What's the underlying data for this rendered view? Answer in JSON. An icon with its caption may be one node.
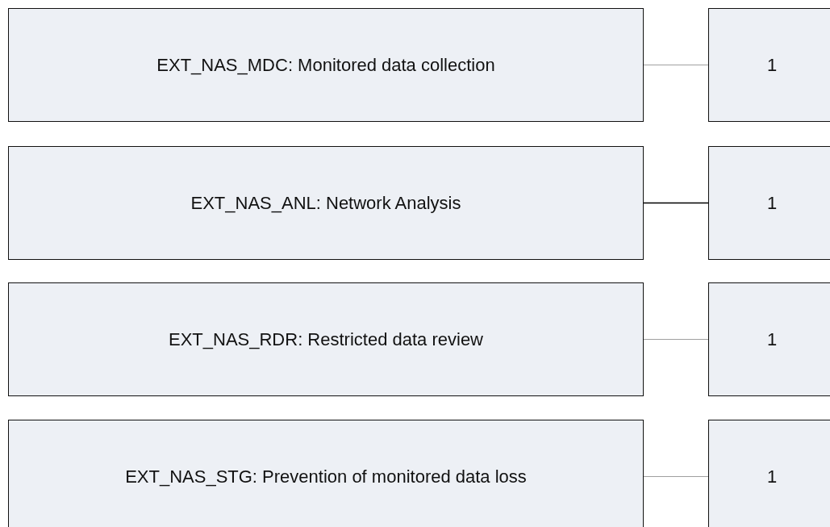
{
  "diagram": {
    "nodes": [
      {
        "text": [
          "EXT_NAS_MDC: Monitored data collection"
        ]
      },
      {
        "text": [
          "1"
        ]
      },
      {
        "text": [
          "EXT_NAS_ANL: Network Analysis"
        ]
      },
      {
        "text": [
          "1"
        ]
      },
      {
        "text": [
          "EXT_NAS_RDR: Restricted data review"
        ]
      },
      {
        "text": [
          "1"
        ]
      },
      {
        "text": [
          "EXT_NAS_STG: Prevention of monitored data loss"
        ]
      },
      {
        "text": [
          "1"
        ]
      }
    ],
    "edges": [
      {
        "from": 0,
        "to": 1,
        "arrow": "none"
      },
      {
        "from": 2,
        "to": 3,
        "arrow": "none",
        "color": "#000000"
      },
      {
        "from": 4,
        "to": 5,
        "arrow": "none"
      },
      {
        "from": 6,
        "to": 7,
        "arrow": "none"
      }
    ]
  }
}
